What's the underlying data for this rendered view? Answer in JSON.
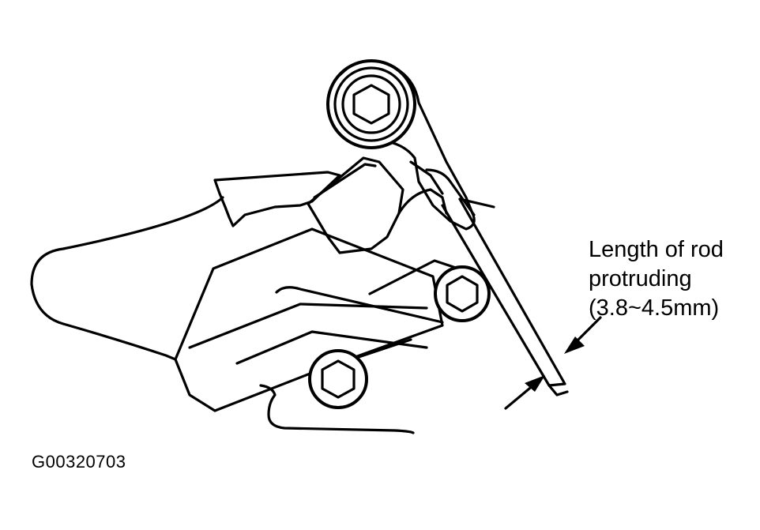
{
  "callout": {
    "line1": "Length of rod",
    "line2": "protruding",
    "line3": "(3.8~4.5mm)"
  },
  "figure_id": "G00320703"
}
